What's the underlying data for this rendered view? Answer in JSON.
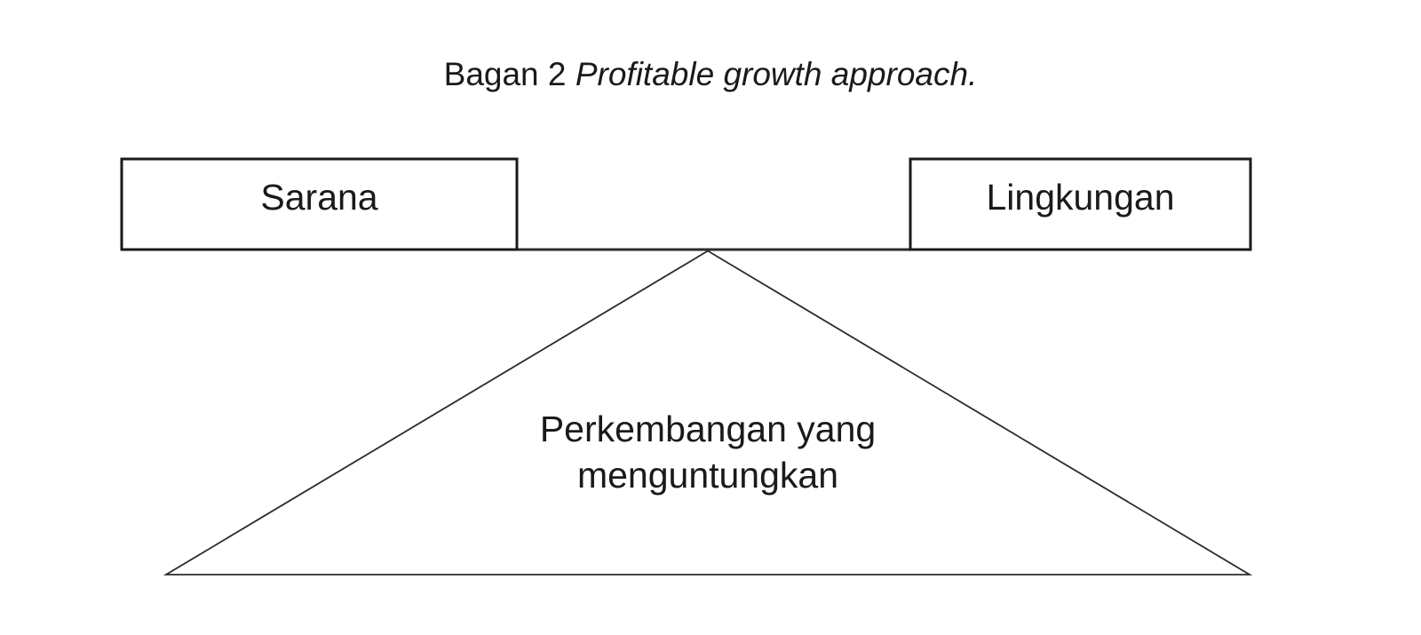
{
  "page": {
    "background_color": "#ffffff",
    "text_color": "#1a1a1a",
    "line_color": "#2b2b2b",
    "box_border_color": "#1a1a1a"
  },
  "caption": {
    "prefix": "Bagan 2",
    "italic_title": "Profitable growth approach."
  },
  "diagram": {
    "boxes": [
      {
        "label": "Sarana"
      },
      {
        "label": "Lingkungan"
      }
    ],
    "triangle": {
      "label": "Perkembangan yang menguntungkan",
      "label_lines": [
        "Perkembangan yang",
        "menguntungkan"
      ]
    }
  }
}
